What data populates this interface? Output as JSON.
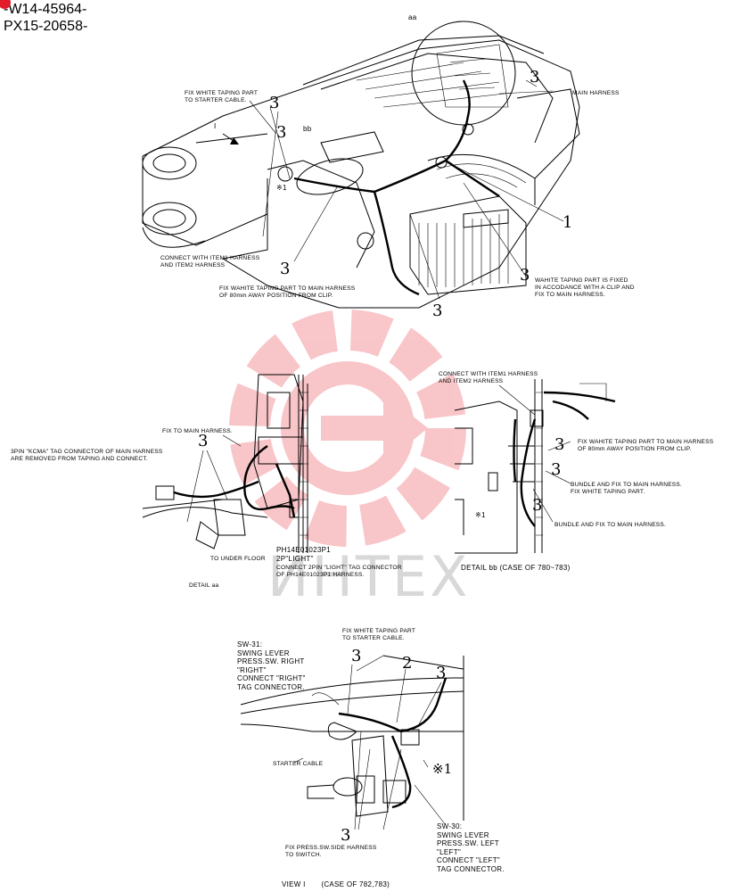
{
  "serials": [
    "-W14-45964-",
    "PX15-20658-"
  ],
  "watermark": {
    "text": "ИНТЕХ",
    "color": "#e8323c"
  },
  "top": {
    "detail_aa_ref": "aa",
    "detail_bb_ref": "bb",
    "view_ref": "I",
    "x1_mark": "※1",
    "fix_white_taping": "FIX WHITE TAPING PART\nTO STARTER CABLE.",
    "main_harness": "MAIN HARNESS",
    "connect_item": "CONNECT WITH ITEM1 HARNESS\nAND ITEM2 HARNESS",
    "fix_80mm": "FIX WAHITE TAPING PART TO MAIN HARNESS\nOF 80mm AWAY POSITION FROM CLIP.",
    "taping_fixed": "WAHITE TAPING PART IS FIXED\nIN ACCODANCE WITH A CLIP AND\nFIX TO MAIN HARNESS.",
    "callouts": [
      "3",
      "3",
      "3",
      "3",
      "3",
      "3",
      "1"
    ]
  },
  "detail_aa": {
    "fix_main": "FIX TO MAIN HARNESS.",
    "kcma": "3PIN \"KCMA\" TAG CONNECTOR OF MAIN HARNESS\nARE REMOVED FROM TAPING AND CONNECT.",
    "part": "PH14E01023P1",
    "light": "2P\"LIGHT\"",
    "connect_light": "CONNECT 2PIN \"LIGHT\" TAG CONNECTOR\nOF PH14E01023P1 HARNESS.",
    "under_floor": "TO UNDER FLOOR",
    "caption": "DETAIL aa",
    "callout": "3"
  },
  "detail_bb": {
    "connect_item": "CONNECT WITH ITEM1 HARNESS\nAND ITEM2 HARNESS",
    "fix_80mm": "FIX WAHITE TAPING PART TO MAIN HARNESS\nOF 80mm AWAY POSITION FROM CLIP.",
    "bundle_fix_white": "BUNDLE AND FIX TO MAIN HARNESS.\nFIX WHITE TAPING PART.",
    "bundle_fix": "BUNDLE AND FIX TO MAIN HARNESS.",
    "x1_mark": "※1",
    "caption": "DETAIL bb (CASE OF 780~783)",
    "callouts": [
      "3",
      "3",
      "3"
    ]
  },
  "view_i": {
    "fix_white_taping": "FIX WHITE TAPING PART\nTO STARTER CABLE.",
    "sw31": "SW-31:\nSWING LEVER\nPRESS.SW. RIGHT\n\"RIGHT\"\nCONNECT \"RIGHT\"\nTAG CONNECTOR.",
    "starter_cable": "STARTER CABLE",
    "x1_mark": "※1",
    "sw30": "SW-30:\nSWING LEVER\nPRESS.SW. LEFT\n\"LEFT\"\nCONNECT \"LEFT\"\nTAG CONNECTOR.",
    "fix_press": "FIX PRESS.SW.SIDE HARNESS\nTO SWITCH.",
    "caption": "VIEW I       (CASE OF 782,783)",
    "callouts": [
      "3",
      "2",
      "3",
      "3"
    ]
  }
}
